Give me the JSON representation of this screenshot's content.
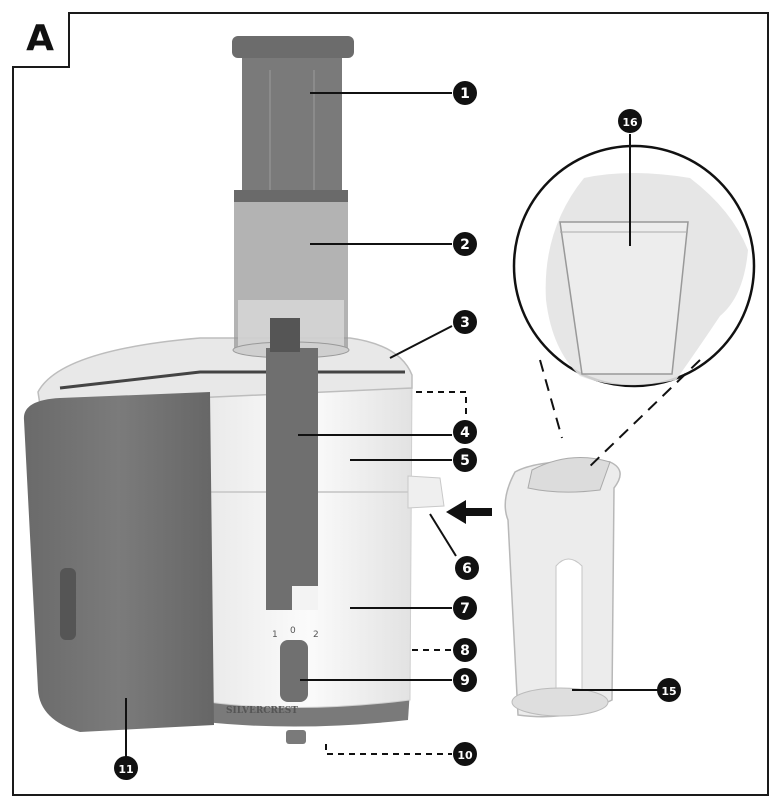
{
  "panel_label": "A",
  "brand": "SILVERCREST",
  "speed_dial": [
    "1",
    "0",
    "2"
  ],
  "callouts": [
    "1",
    "2",
    "3",
    "4",
    "5",
    "6",
    "7",
    "8",
    "9",
    "10",
    "11",
    "15",
    "16"
  ],
  "colors": {
    "line": "#111111",
    "gray_part": "#6f6f6f",
    "gray_dark": "#555555",
    "white_body": "#f3f3f3",
    "clear_plastic": "#e6e6e6"
  }
}
